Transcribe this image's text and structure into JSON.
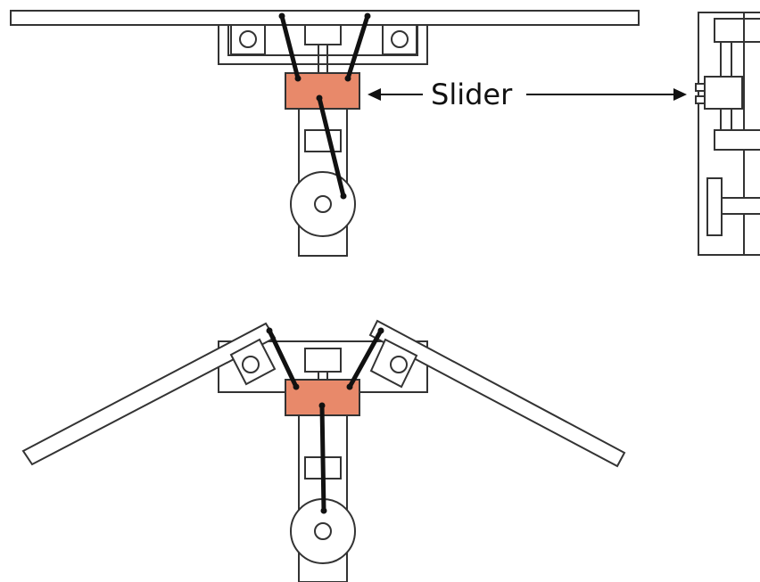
{
  "diagram": {
    "callout": {
      "label": "Slider"
    },
    "colors": {
      "slider_fill": "#E8896A",
      "outline": "#333333",
      "link": "#111111",
      "background": "#FFFFFF"
    },
    "states": [
      "wings-flat",
      "wings-angled"
    ],
    "views": [
      "front-view",
      "side-view"
    ]
  }
}
